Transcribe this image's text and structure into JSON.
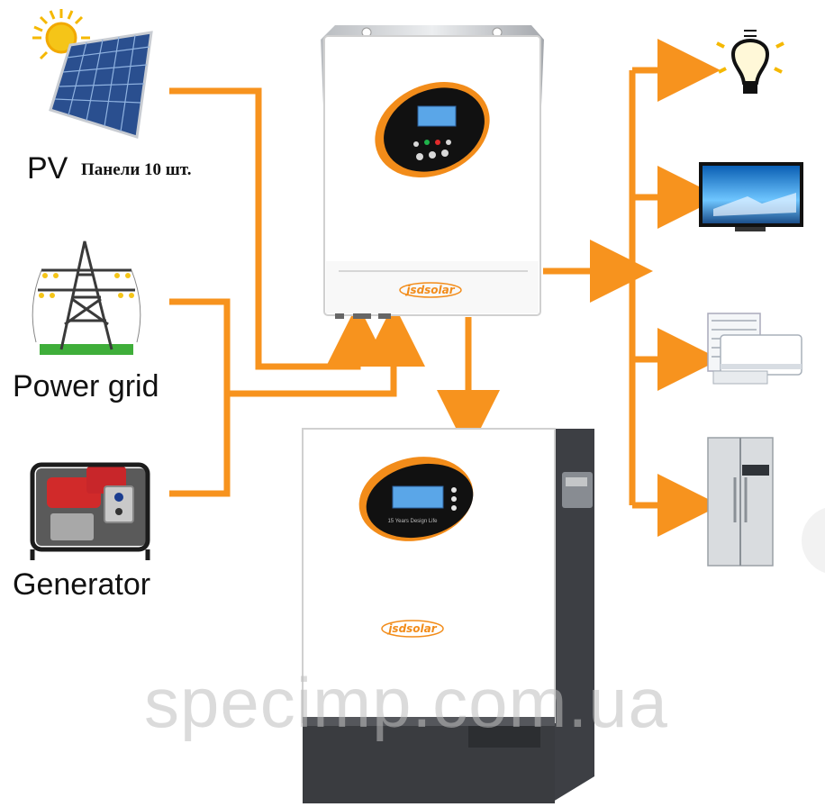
{
  "sources": {
    "pv_label": "PV",
    "pv_note": "Панели 10 шт.",
    "grid_label": "Power grid",
    "generator_label": "Generator"
  },
  "inverter": {
    "brand": "jsdsolar"
  },
  "battery": {
    "brand": "jsdsolar",
    "panel_text": "15 Years Design Life"
  },
  "loads": [
    "light-bulb-icon",
    "tv-icon",
    "air-conditioner-icon",
    "refrigerator-icon"
  ],
  "watermark": "specimp.com.ua",
  "colors": {
    "arrow": "#f7931e",
    "accent_orange": "#f28c1a",
    "screen_blue": "#5aa6e8"
  }
}
